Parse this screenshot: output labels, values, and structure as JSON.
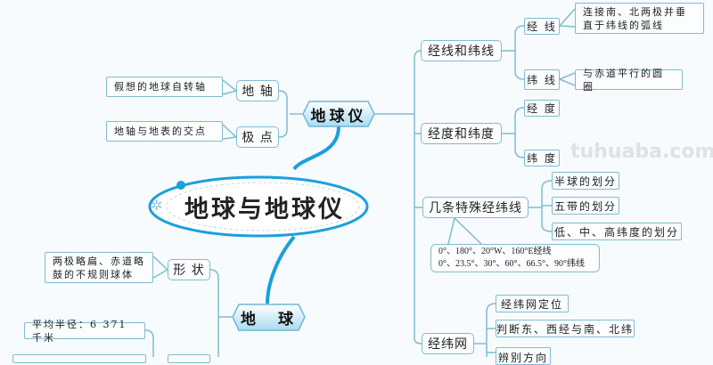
{
  "title": "地球与地球仪",
  "colors": {
    "line": "#7fbcd0",
    "accent": "#1aa0dc",
    "background": "#f7fbfd"
  },
  "watermark": "tuhuaba.com",
  "globe_model": {
    "label": "地球仪",
    "axis": {
      "label": "地 轴",
      "note": "假想的地球自转轴"
    },
    "pole": {
      "label": "极 点",
      "note": "地轴与地表的交点"
    },
    "meridian_parallel": {
      "label": "经线和纬线",
      "meridian": {
        "label": "经 线",
        "note": "连接南、北两极并垂直于纬线的弧线"
      },
      "parallel": {
        "label": "纬 线",
        "note": "与赤道平行的圆圈"
      }
    },
    "lon_lat": {
      "label": "经度和纬度",
      "longitude": "经 度",
      "latitude": "纬 度"
    },
    "special_lines": {
      "label": "几条特殊经纬线",
      "items": [
        "半球的划分",
        "五带的划分",
        "低、中、高纬度的划分"
      ],
      "note_line1": "0°、180°、20°W、160°E经线",
      "note_line2": "0°、23.5°、30°、60°、66.5°、90°纬线"
    },
    "grid": {
      "label": "经纬网",
      "items": [
        "经纬网定位",
        "判断东、西经与南、北纬",
        "辨别方向"
      ]
    }
  },
  "earth": {
    "label": "地　球",
    "shape": {
      "label": "形 状",
      "note": "两极略扁、赤道略鼓的不规则球体"
    },
    "radius_note": "平均半径：6 371千米"
  }
}
